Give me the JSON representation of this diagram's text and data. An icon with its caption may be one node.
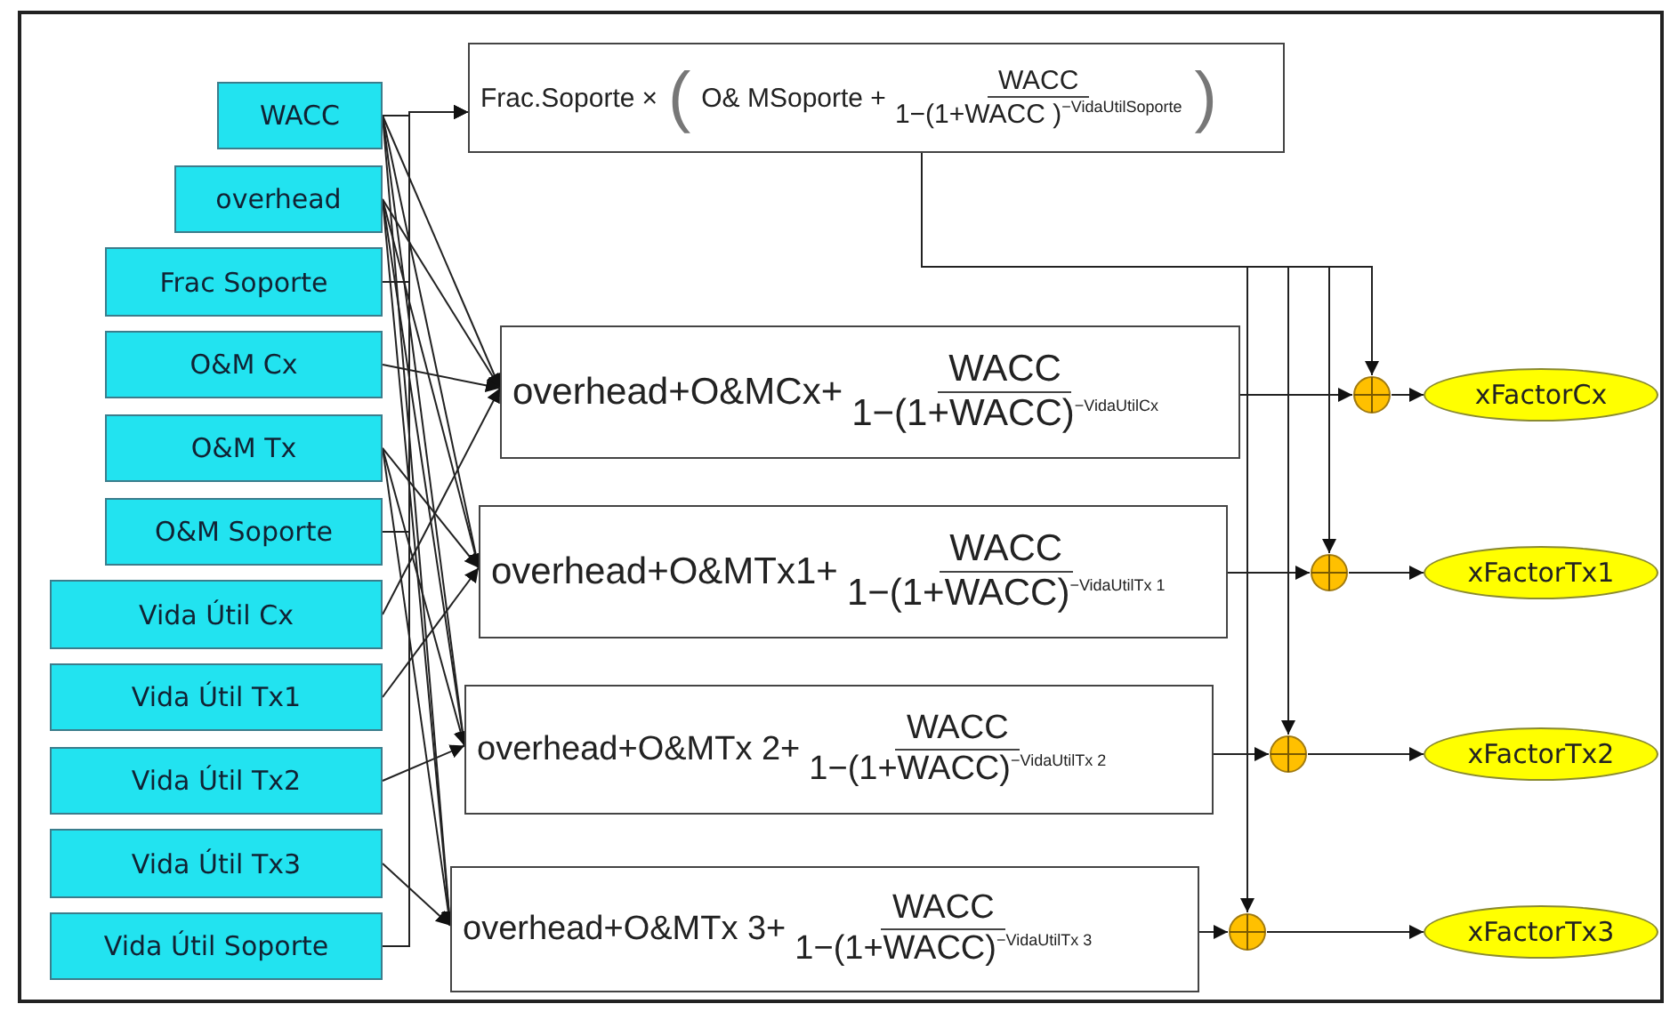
{
  "diagram": {
    "nodes": [
      {
        "text": [
          "WACC"
        ]
      },
      {
        "text": [
          "overhead"
        ]
      },
      {
        "text": [
          "Frac Soporte"
        ]
      },
      {
        "text": [
          "O&M Cx"
        ]
      },
      {
        "text": [
          "O&M Tx"
        ]
      },
      {
        "text": [
          "O&M Soporte"
        ]
      },
      {
        "text": [
          "Vida Útil Cx"
        ]
      },
      {
        "text": [
          "Vida Útil Tx1"
        ]
      },
      {
        "text": [
          "Vida Útil Tx2"
        ]
      },
      {
        "text": [
          "Vida Útil Tx3"
        ]
      },
      {
        "text": [
          "Vida Útil Soporte"
        ]
      },
      {
        "text": [
          "Frac.Soporte",
          "×",
          "(",
          "O& MSoporte +",
          "WACC",
          "1−(1+WACC )$^{−VidaUtilSoporte}$",
          ")"
        ]
      },
      {
        "text": [
          "overhead+O&MCx+",
          "WACC",
          "1−(1+WACC)$^{−VidaUtilCx}$"
        ]
      },
      {
        "text": [
          "overhead+O&MTx1+",
          "WACC",
          "1−(1+WACC)$^{−VidaUtilTx 1}$"
        ]
      },
      {
        "text": [
          "overhead+O&MTx 2+",
          "WACC",
          "1−(1+WACC)$^{−VidaUtilTx 2}$"
        ]
      },
      {
        "text": [
          "overhead+O&MTx 3+",
          "WACC",
          "1−(1+WACC)$^{−VidaUtilTx 3}$"
        ]
      },
      {
        "text": [],
        "shape": "circle"
      },
      {
        "text": [],
        "shape": "circle"
      },
      {
        "text": [],
        "shape": "circle"
      },
      {
        "text": [],
        "shape": "circle"
      },
      {
        "text": [
          "xFactorCx"
        ]
      },
      {
        "text": [
          "xFactorTx1"
        ]
      },
      {
        "text": [
          "xFactorTx2"
        ]
      },
      {
        "text": [
          "xFactorTx3"
        ]
      }
    ],
    "edges": [
      {
        "from": 0,
        "to": 11,
        "arrow": "to"
      },
      {
        "from": 2,
        "to": 11,
        "arrow": "to"
      },
      {
        "from": 5,
        "to": 11,
        "arrow": "to"
      },
      {
        "from": 10,
        "to": 11,
        "arrow": "to"
      },
      {
        "from": 0,
        "to": 12,
        "arrow": "to"
      },
      {
        "from": 1,
        "to": 12,
        "arrow": "to"
      },
      {
        "from": 3,
        "to": 12,
        "arrow": "to"
      },
      {
        "from": 6,
        "to": 12,
        "arrow": "to"
      },
      {
        "from": 0,
        "to": 13,
        "arrow": "to"
      },
      {
        "from": 1,
        "to": 13,
        "arrow": "to"
      },
      {
        "from": 4,
        "to": 13,
        "arrow": "to"
      },
      {
        "from": 7,
        "to": 13,
        "arrow": "to"
      },
      {
        "from": 0,
        "to": 14,
        "arrow": "to"
      },
      {
        "from": 1,
        "to": 14,
        "arrow": "to"
      },
      {
        "from": 4,
        "to": 14,
        "arrow": "to"
      },
      {
        "from": 8,
        "to": 14,
        "arrow": "to"
      },
      {
        "from": 0,
        "to": 15,
        "arrow": "to"
      },
      {
        "from": 1,
        "to": 15,
        "arrow": "to"
      },
      {
        "from": 4,
        "to": 15,
        "arrow": "to"
      },
      {
        "from": 9,
        "to": 15,
        "arrow": "to"
      },
      {
        "from": 11,
        "to": 16,
        "arrow": "to"
      },
      {
        "from": 11,
        "to": 17,
        "arrow": "to"
      },
      {
        "from": 11,
        "to": 18,
        "arrow": "to"
      },
      {
        "from": 11,
        "to": 19,
        "arrow": "to"
      },
      {
        "from": 12,
        "to": 16,
        "arrow": "to"
      },
      {
        "from": 13,
        "to": 17,
        "arrow": "to"
      },
      {
        "from": 14,
        "to": 18,
        "arrow": "to"
      },
      {
        "from": 15,
        "to": 19,
        "arrow": "to"
      },
      {
        "from": 16,
        "to": 20,
        "arrow": "to"
      },
      {
        "from": 17,
        "to": 21,
        "arrow": "to"
      },
      {
        "from": 18,
        "to": 22,
        "arrow": "to"
      },
      {
        "from": 19,
        "to": 23,
        "arrow": "to"
      }
    ]
  }
}
